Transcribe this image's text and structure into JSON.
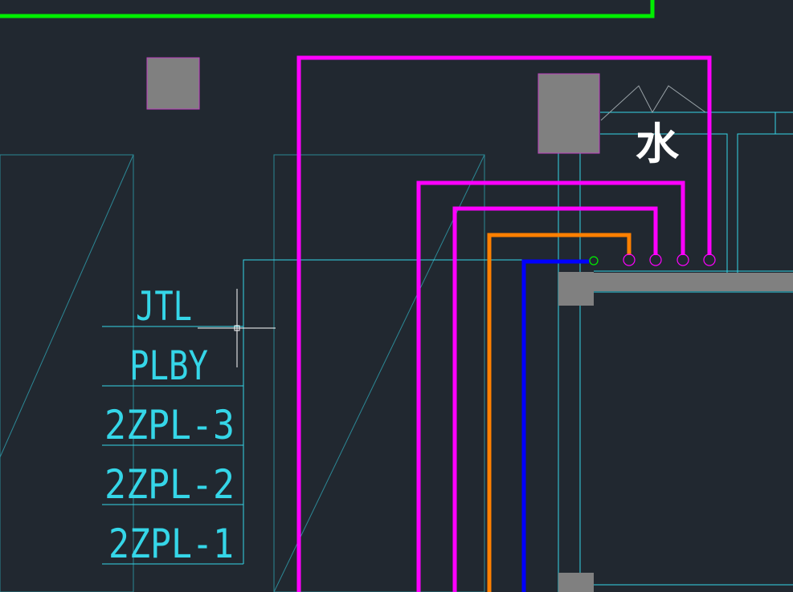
{
  "drawing": {
    "room_label": "水",
    "pipe_labels": [
      "JTL",
      "PLBY",
      "2ZPL-3",
      "2ZPL-2",
      "2ZPL-1"
    ]
  },
  "colors": {
    "background": "#212830",
    "cyan_line": "#35d6e8",
    "green_wall": "#00ee00",
    "magenta_pipe": "#ff00ff",
    "orange_pipe": "#ff8000",
    "blue_pipe": "#0000ff",
    "column_fill": "#808080"
  }
}
